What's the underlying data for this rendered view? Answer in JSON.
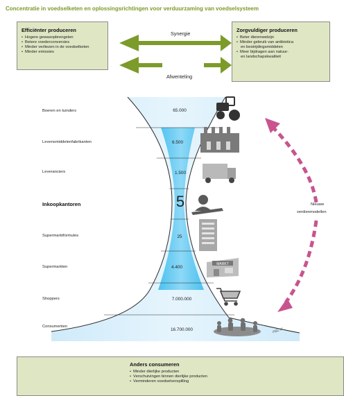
{
  "title": "Concentratie in voedselketen en oplossingsrichtingen voor verduurzaming van voedselsysteem",
  "left_box": {
    "heading": "Efficiënter produceren",
    "items": [
      "Hogere gewasopbrengsten",
      "Betere voederconversies",
      "Minder verliezen in de voedselketen",
      "Minder emissies"
    ]
  },
  "right_box": {
    "heading": "Zorgvuldiger produceren",
    "items": [
      "Beter dierenwelzijn",
      "Minder gebruik van antibiotica",
      "en bestrijdingsmiddelen",
      "Meer bijdragen aan natuur-",
      "en landschapskwaliteit"
    ]
  },
  "arrows": {
    "top_label": "Synergie",
    "bottom_label": "Afwenteling"
  },
  "chain": [
    {
      "label": "Boeren en tuinders",
      "value": "65.000",
      "icon": "tractor-icon"
    },
    {
      "label": "Levensmiddelenfabrikanten",
      "value": "6.500",
      "icon": "factory-icon"
    },
    {
      "label": "Leveranciers",
      "value": "1.500",
      "icon": "truck-icon"
    },
    {
      "label": "Inkoopkantoren",
      "value": "5",
      "icon": "buyer-icon"
    },
    {
      "label": "Supermarktformules",
      "value": "25",
      "icon": "office-building-icon"
    },
    {
      "label": "Supermarkten",
      "value": "4.400",
      "icon": "supermarket-icon"
    },
    {
      "label": "Shoppers",
      "value": "7.000.000",
      "icon": "shopping-cart-icon"
    },
    {
      "label": "Consumenten",
      "value": "16.700.000",
      "icon": "consumers-icon"
    }
  ],
  "side_label": {
    "line1": "Nieuwe",
    "line2": "verdienmodellen"
  },
  "watermark": "PBL.nl",
  "supermarket_sign": "MARKT",
  "bottom_box": {
    "heading": "Anders consumeren",
    "items": [
      "Minder dierlijke producten",
      "Verschuivingen binnen dierlijke producten",
      "Verminderen voedselverspilling"
    ]
  },
  "colors": {
    "title": "#7a9a2a",
    "box_fill": "#dfe6c4",
    "arrow": "#7c9b2a",
    "funnel_light": "#d7eefb",
    "funnel_dark": "#17aee8",
    "dashed_arrow": "#c8548e"
  }
}
